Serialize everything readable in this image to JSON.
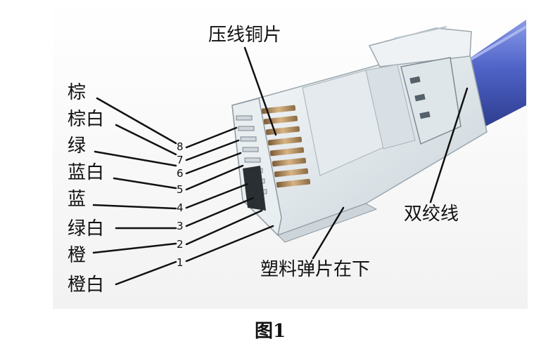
{
  "wire_labels": [
    "棕",
    "棕白",
    "绿",
    "蓝白",
    "蓝",
    "绿白",
    "橙",
    "橙白"
  ],
  "pin_numbers": [
    "8",
    "7",
    "6",
    "5",
    "4",
    "3",
    "2",
    "1"
  ],
  "callouts": {
    "copper_contacts": "压线铜片",
    "twisted_pair": "双绞线",
    "plastic_clip": "塑料弹片在下"
  },
  "caption": "图1",
  "colors": {
    "cable_blue": "#4f63c8",
    "copper": "#c19a6b",
    "plug_clear": "#e8eef2",
    "line": "#111111"
  }
}
